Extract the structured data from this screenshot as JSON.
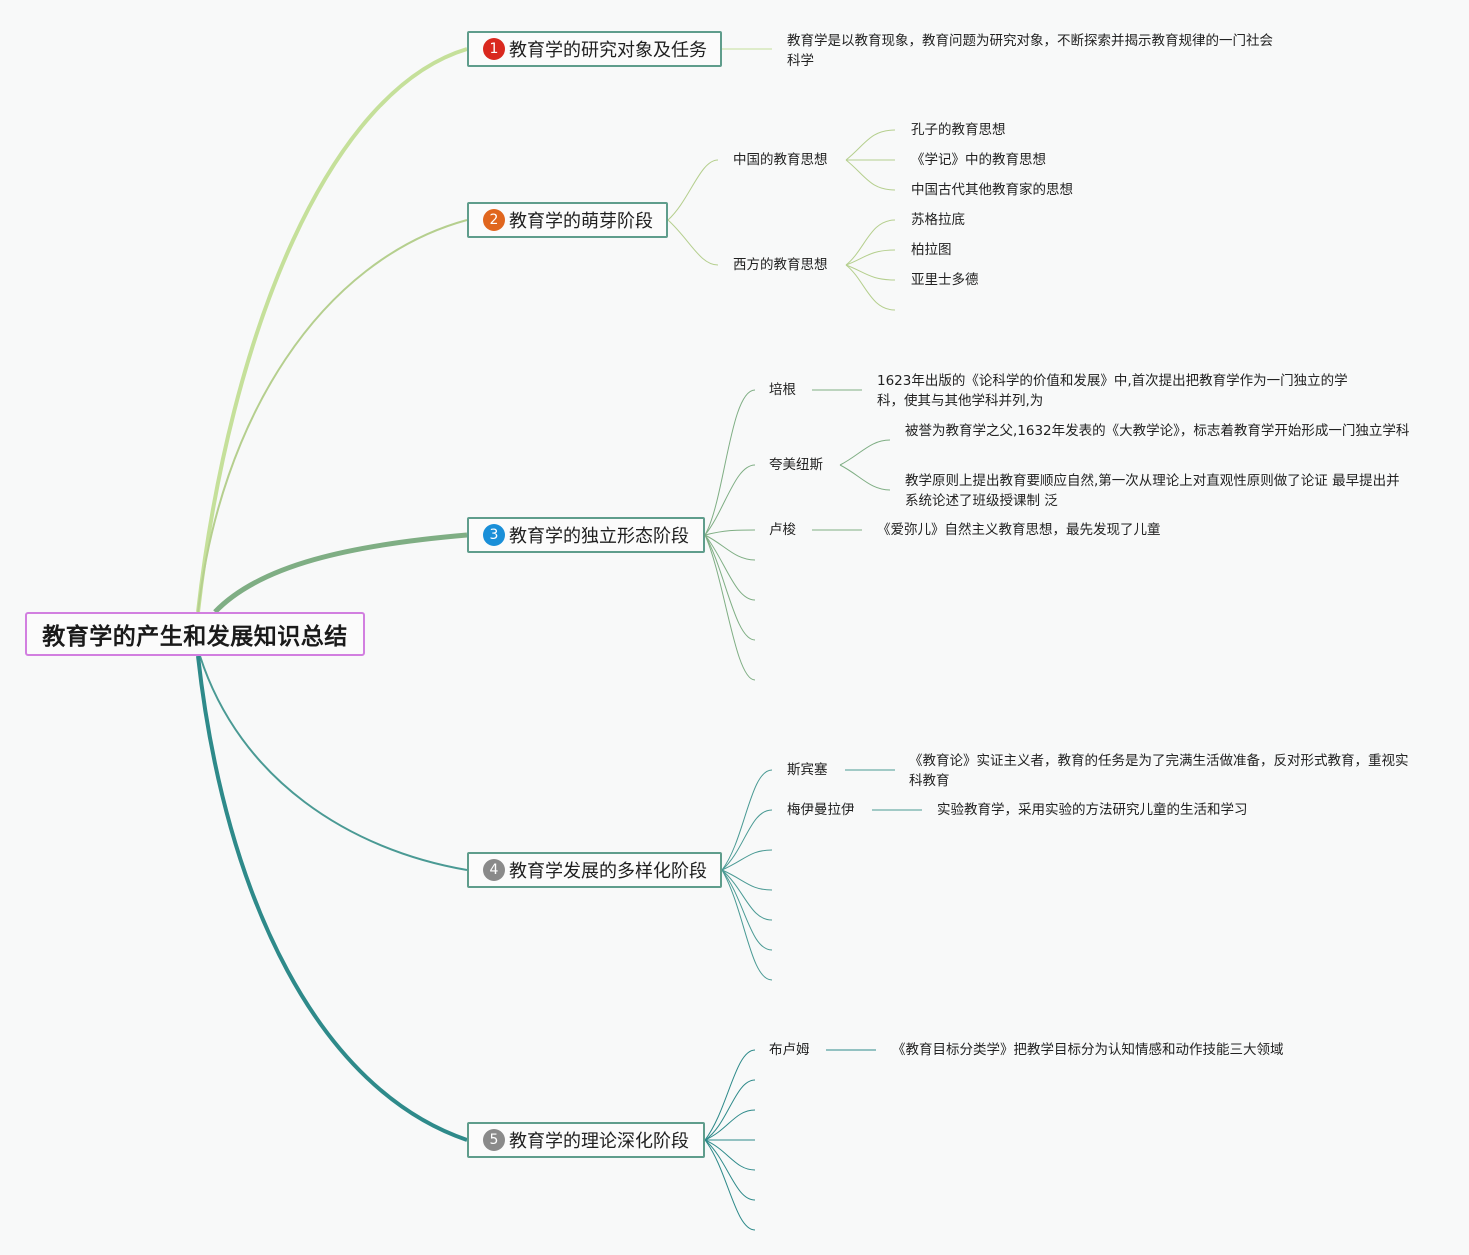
{
  "root": {
    "title": "教育学的产生和发展知识总结"
  },
  "branches": [
    {
      "num": "1",
      "label": "教育学的研究对象及任务",
      "num_color": "#d9281e"
    },
    {
      "num": "2",
      "label": "教育学的萌芽阶段",
      "num_color": "#e0661e"
    },
    {
      "num": "3",
      "label": "教育学的独立形态阶段",
      "num_color": "#1a8fd8"
    },
    {
      "num": "4",
      "label": "教育学发展的多样化阶段",
      "num_color": "#8a8a8a"
    },
    {
      "num": "5",
      "label": "教育学的理论深化阶段",
      "num_color": "#8a8a8a"
    }
  ],
  "b1": {
    "desc": "教育学是以教育现象，教育问题为研究对象，不断探索并揭示教育规律的一门社会科学"
  },
  "b2": {
    "china": {
      "label": "中国的教育思想",
      "items": [
        "孔子的教育思想",
        "《学记》中的教育思想",
        "中国古代其他教育家的思想"
      ]
    },
    "west": {
      "label": "西方的教育思想",
      "items": [
        "苏格拉底",
        "柏拉图",
        "亚里士多德"
      ]
    }
  },
  "b3": {
    "bacon": {
      "label": "培根",
      "desc": "1623年出版的《论科学的价值和发展》中,首次提出把教育学作为一门独立的学科，使其与其他学科并列,为"
    },
    "comenius": {
      "label": "夸美纽斯",
      "desc1": "被誉为教育学之父,1632年发表的《大教学论》，标志着教育学开始形成一门独立学科",
      "desc2": "教学原则上提出教育要顺应自然,第一次从理论上对直观性原则做了论证 最早提出并系统论述了班级授课制 泛"
    },
    "rousseau": {
      "label": "卢梭",
      "desc": "《爱弥儿》自然主义教育思想，最先发现了儿童"
    }
  },
  "b4": {
    "spencer": {
      "label": "斯宾塞",
      "desc": "《教育论》实证主义者，教育的任务是为了完满生活做准备，反对形式教育，重视实科教育"
    },
    "meumann": {
      "label": "梅伊曼拉伊",
      "desc": "实验教育学，采用实验的方法研究儿童的生活和学习"
    }
  },
  "b5": {
    "bloom": {
      "label": "布卢姆",
      "desc": "《教育目标分类学》把教学目标分为认知情感和动作技能三大领域"
    }
  },
  "colors": {
    "root_border": "#d27fe0",
    "branch_border": "#5f9d8c",
    "line_light_green": "#c5e09a",
    "line_green": "#b5cf8e",
    "line_mid_green": "#7fae84",
    "line_teal": "#2e8a8a",
    "line_teal_light": "#4a9a94"
  }
}
